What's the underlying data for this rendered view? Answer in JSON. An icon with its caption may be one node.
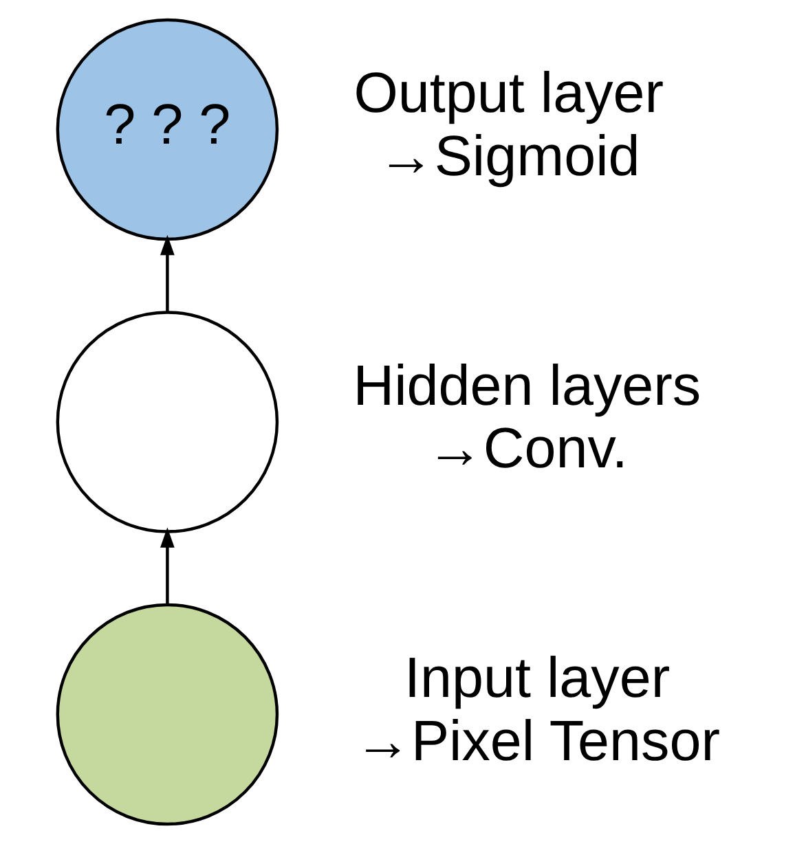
{
  "diagram": {
    "nodes": [
      {
        "text": [
          "? ? ?"
        ],
        "beside": [
          "Output layer",
          "→Sigmoid"
        ]
      },
      {
        "text": [],
        "shape": "circle",
        "beside": [
          "Hidden layers",
          "→Conv."
        ]
      },
      {
        "text": [],
        "shape": "circle",
        "beside": [
          "Input layer",
          "→Pixel Tensor"
        ]
      }
    ],
    "edges": [
      {
        "from": 2,
        "to": 1,
        "arrow": "to"
      },
      {
        "from": 1,
        "to": 0,
        "arrow": "to"
      }
    ]
  }
}
